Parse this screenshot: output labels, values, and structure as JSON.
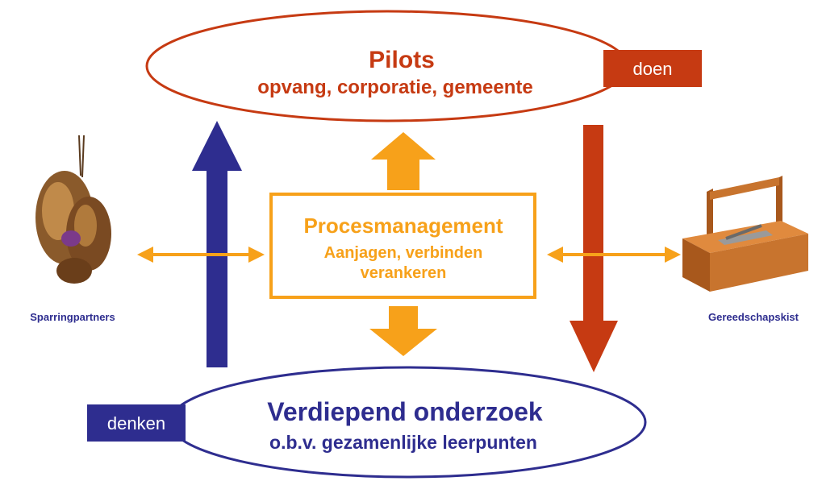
{
  "top_ellipse": {
    "title": "Pilots",
    "subtitle": "opvang, corporatie, gemeente"
  },
  "bottom_ellipse": {
    "title": "Verdiepend onderzoek",
    "subtitle": "o.b.v. gezamenlijke leerpunten"
  },
  "center_box": {
    "title": "Procesmanagement",
    "line1": "Aanjagen, verbinden",
    "line2": "verankeren"
  },
  "tags": {
    "doen": "doen",
    "denken": "denken"
  },
  "side_labels": {
    "left": "Sparringpartners",
    "right": "Gereedschapskist"
  },
  "colors": {
    "red": "#c63a12",
    "blue": "#2e2d8f",
    "orange": "#f7a11a",
    "toolbox": "#c8742e"
  },
  "icons": {
    "left": "boxing-gloves-icon",
    "right": "toolbox-icon"
  }
}
